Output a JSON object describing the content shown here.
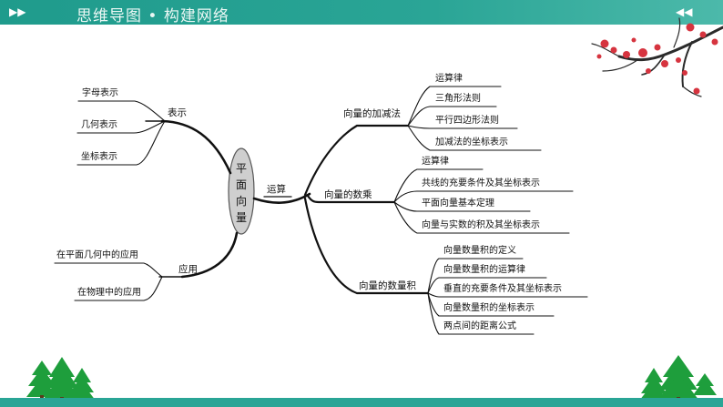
{
  "header": {
    "title": "思维导图 • 构建网络"
  },
  "center": {
    "chars": [
      "平",
      "面",
      "向",
      "量"
    ]
  },
  "branches": {
    "representation": {
      "label": "表示",
      "items": [
        "字母表示",
        "几何表示",
        "坐标表示"
      ]
    },
    "application": {
      "label": "应用",
      "items": [
        "在平面几何中的应用",
        "在物理中的应用"
      ]
    },
    "operation": {
      "label": "运算",
      "add_sub": {
        "label": "向量的加减法",
        "items": [
          "运算律",
          "三角形法则",
          "平行四边形法则",
          "加减法的坐标表示"
        ]
      },
      "scalar_mult": {
        "label": "向量的数乘",
        "items": [
          "运算律",
          "共线的充要条件及其坐标表示",
          "平面向量基本定理",
          "向量与实数的积及其坐标表示"
        ]
      },
      "dot_product": {
        "label": "向量的数量积",
        "items": [
          "向量数量积的定义",
          "向量数量积的运算律",
          "垂直的充要条件及其坐标表示",
          "向量数量积的坐标表示",
          "两点间的距离公式"
        ]
      }
    }
  },
  "colors": {
    "header": "#2aa596",
    "line": "#111111",
    "node_fill": "#cfcfcf",
    "tree": "#1e9e3c",
    "plum_blossom": "#d6343f"
  },
  "decorations": [
    "plum-blossom-branch",
    "pine-tree-icon"
  ]
}
